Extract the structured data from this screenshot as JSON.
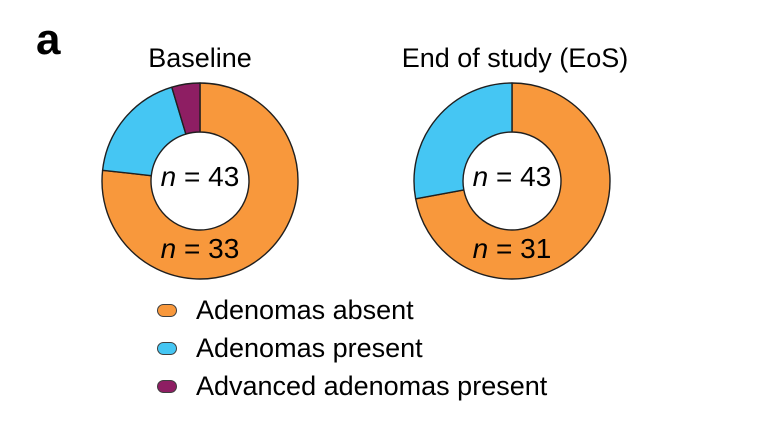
{
  "panel_label": "a",
  "colors": {
    "background": "#FFFFFF",
    "outline": "#1F1F1F",
    "text": "#000000",
    "adenomas_absent": "#F8983C",
    "adenomas_present": "#45C6F3",
    "advanced_adenomas_present": "#8E1E63"
  },
  "chart_data": [
    {
      "type": "pie",
      "subtype": "donut",
      "title": "Baseline",
      "total": 43,
      "center_label": {
        "var": "n",
        "text": " = 43"
      },
      "start_angle_deg": 0,
      "direction": "clockwise",
      "segments": [
        {
          "label": "Adenomas absent",
          "value": 33,
          "color": "#F8983C",
          "annotation": {
            "var": "n",
            "text": " = 33"
          }
        },
        {
          "label": "Adenomas present",
          "value": 8,
          "color": "#45C6F3"
        },
        {
          "label": "Advanced adenomas present",
          "value": 2,
          "color": "#8E1E63"
        }
      ]
    },
    {
      "type": "pie",
      "subtype": "donut",
      "title": "End of study (EoS)",
      "total": 43,
      "center_label": {
        "var": "n",
        "text": " = 43"
      },
      "start_angle_deg": 0,
      "direction": "clockwise",
      "segments": [
        {
          "label": "Adenomas absent",
          "value": 31,
          "color": "#F8983C",
          "annotation": {
            "var": "n",
            "text": " = 31"
          }
        },
        {
          "label": "Adenomas present",
          "value": 12,
          "color": "#45C6F3"
        }
      ]
    }
  ],
  "legend": {
    "position": "bottom-left",
    "items": [
      {
        "label": "Adenomas absent",
        "color": "#F8983C"
      },
      {
        "label": "Adenomas present",
        "color": "#45C6F3"
      },
      {
        "label": "Advanced adenomas present",
        "color": "#8E1E63"
      }
    ]
  }
}
